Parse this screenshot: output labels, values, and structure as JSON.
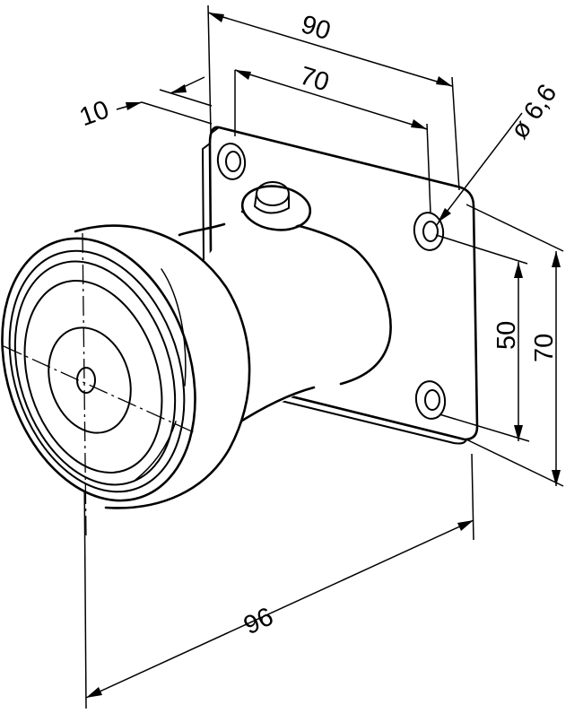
{
  "dimensions": {
    "overall_plate_width": "90",
    "hole_spacing_horizontal": "70",
    "plate_offset": "10",
    "hole_diameter": "ø 6,6",
    "hole_spacing_vertical": "50",
    "plate_height": "70",
    "overall_depth": "96"
  }
}
